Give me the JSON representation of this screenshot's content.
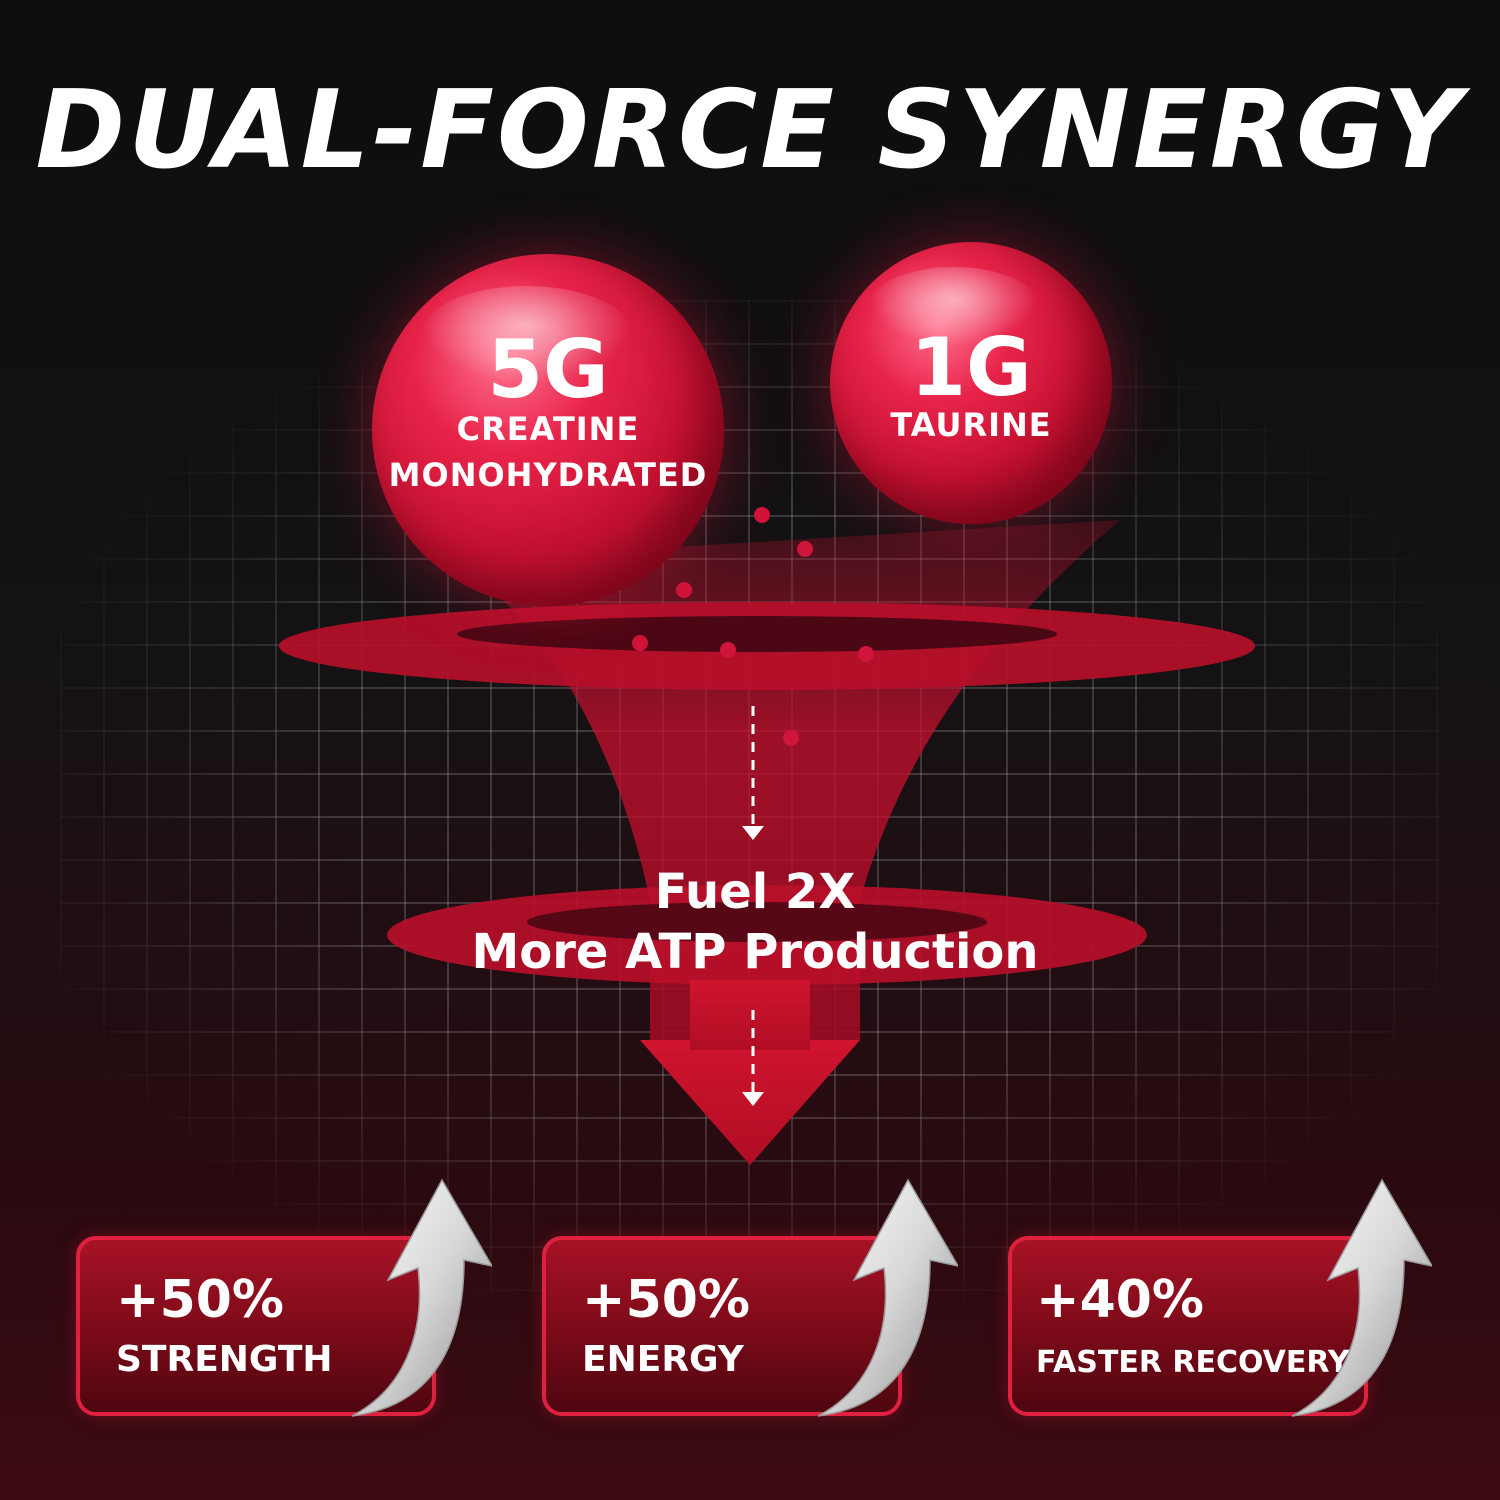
{
  "title": "DUAL-FORCE SYNERGY",
  "ingredients": [
    {
      "dose": "5G",
      "name_line1": "CREATINE",
      "name_line2": "MONOHYDRATED"
    },
    {
      "dose": "1G",
      "name_line1": "TAURINE"
    }
  ],
  "result": {
    "line1": "Fuel 2X",
    "line2": "More ATP Production"
  },
  "benefits": [
    {
      "value": "+50%",
      "label": "STRENGTH"
    },
    {
      "value": "+50%",
      "label": "ENERGY"
    },
    {
      "value": "+40%",
      "label": "FASTER RECOVERY"
    }
  ],
  "colors": {
    "accent": "#e0203f",
    "background": "#111111",
    "text": "#ffffff"
  }
}
